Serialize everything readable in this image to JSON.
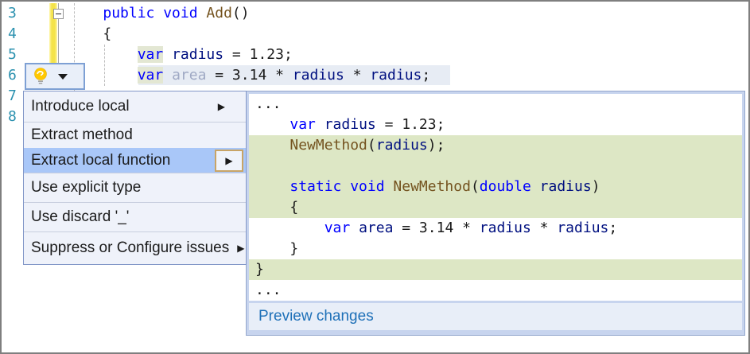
{
  "colors": {
    "keyword": "#0000FF",
    "method": "#74531F",
    "local": "#001080",
    "plain": "#1a1a1a",
    "faded": "#9FA9C4",
    "line_number": "#2B91AF",
    "diff_added_bg": "#DDE7C5",
    "menu_highlight_bg": "#A9C7F8",
    "var_reference_bg": "#E3E7D3",
    "statement_highlight_bg": "#E7ECF4",
    "link": "#1E70B8"
  },
  "editor": {
    "line_numbers": [
      "3",
      "4",
      "5",
      "6",
      "7",
      "8"
    ],
    "lines": [
      {
        "y": 2,
        "tokens": [
          {
            "t": "    ",
            "c": "plain"
          },
          {
            "t": "public void ",
            "c": "keyword"
          },
          {
            "t": "Add",
            "c": "method"
          },
          {
            "t": "()",
            "c": "plain"
          }
        ]
      },
      {
        "y": 28,
        "tokens": [
          {
            "t": "    {",
            "c": "plain"
          }
        ]
      },
      {
        "y": 54,
        "tokens": [
          {
            "t": "        ",
            "c": "plain"
          },
          {
            "t": "var",
            "c": "keyword",
            "bg": "var_reference_bg"
          },
          {
            "t": " ",
            "c": "plain"
          },
          {
            "t": "radius",
            "c": "local"
          },
          {
            "t": " = 1.23;",
            "c": "plain"
          }
        ]
      },
      {
        "y": 80,
        "tokens": [
          {
            "t": "        ",
            "c": "plain"
          },
          {
            "t": "var",
            "c": "keyword",
            "bg": "var_reference_bg"
          },
          {
            "t": " ",
            "c": "plain"
          },
          {
            "t": "area",
            "c": "faded"
          },
          {
            "t": " = 3.14 * ",
            "c": "plain"
          },
          {
            "t": "radius",
            "c": "local"
          },
          {
            "t": " * ",
            "c": "plain"
          },
          {
            "t": "radius",
            "c": "local"
          },
          {
            "t": ";",
            "c": "plain"
          }
        ]
      }
    ]
  },
  "lightbulb": {
    "icon": "lightbulb",
    "dropdown": "chevron-down"
  },
  "menu": {
    "items": [
      {
        "label": "Introduce local",
        "height": 38,
        "submenu": true,
        "arrow_style": "push",
        "sep_after": true
      },
      {
        "label": "Extract method",
        "height": 32,
        "submenu": false,
        "sep_after": false
      },
      {
        "label": "Extract local function",
        "height": 31,
        "submenu": true,
        "arrow_style": "button",
        "highlighted": true,
        "sep_after": true
      },
      {
        "label": "Use explicit type",
        "height": 36,
        "submenu": false,
        "sep_after": true
      },
      {
        "label": "Use discard '_'",
        "height": 36,
        "submenu": false,
        "sep_after": true
      },
      {
        "label": "Suppress or Configure issues",
        "height": 40,
        "submenu": true,
        "arrow_style": "inline",
        "sep_after": false
      }
    ]
  },
  "popup": {
    "rows": [
      {
        "indent": 0,
        "green": false,
        "tokens": [
          {
            "t": "...",
            "c": "plain"
          }
        ]
      },
      {
        "indent": 1,
        "green": false,
        "tokens": [
          {
            "t": "var",
            "c": "keyword"
          },
          {
            "t": " ",
            "c": "plain"
          },
          {
            "t": "radius",
            "c": "local"
          },
          {
            "t": " = 1.23;",
            "c": "plain"
          }
        ]
      },
      {
        "indent": 1,
        "green": true,
        "tokens": [
          {
            "t": "NewMethod",
            "c": "method"
          },
          {
            "t": "(",
            "c": "plain"
          },
          {
            "t": "radius",
            "c": "local"
          },
          {
            "t": ");",
            "c": "plain"
          }
        ]
      },
      {
        "indent": 1,
        "green": true,
        "tokens": []
      },
      {
        "indent": 1,
        "green": true,
        "tokens": [
          {
            "t": "static void ",
            "c": "keyword"
          },
          {
            "t": "NewMethod",
            "c": "method"
          },
          {
            "t": "(",
            "c": "plain"
          },
          {
            "t": "double",
            "c": "keyword"
          },
          {
            "t": " ",
            "c": "plain"
          },
          {
            "t": "radius",
            "c": "local"
          },
          {
            "t": ")",
            "c": "plain"
          }
        ]
      },
      {
        "indent": 1,
        "green": true,
        "tokens": [
          {
            "t": "{",
            "c": "plain"
          }
        ]
      },
      {
        "indent": 2,
        "green": false,
        "tokens": [
          {
            "t": "var",
            "c": "keyword"
          },
          {
            "t": " ",
            "c": "plain"
          },
          {
            "t": "area",
            "c": "local"
          },
          {
            "t": " = 3.14 * ",
            "c": "plain"
          },
          {
            "t": "radius",
            "c": "local"
          },
          {
            "t": " * ",
            "c": "plain"
          },
          {
            "t": "radius",
            "c": "local"
          },
          {
            "t": ";",
            "c": "plain"
          }
        ]
      },
      {
        "indent": 1,
        "green": false,
        "tokens": [
          {
            "t": "}",
            "c": "plain"
          }
        ]
      },
      {
        "indent": 0,
        "green": true,
        "tokens": [
          {
            "t": "}",
            "c": "plain"
          }
        ]
      },
      {
        "indent": 0,
        "green": false,
        "tokens": [
          {
            "t": "...",
            "c": "plain"
          }
        ]
      }
    ],
    "footer_link": "Preview changes"
  }
}
